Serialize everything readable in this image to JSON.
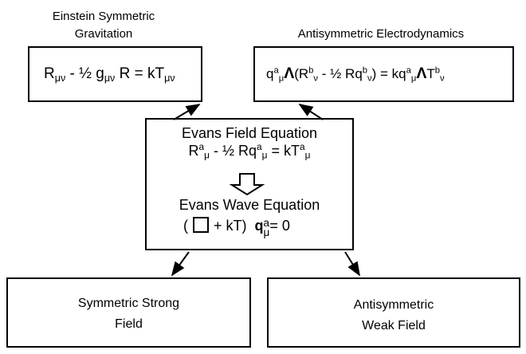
{
  "top_left": {
    "caption_line1": "Einstein Symmetric",
    "caption_line2": "Gravitation",
    "eq": {
      "r": "R",
      "r_sub": "μν",
      "mid": " - ½ g",
      "g_sub": "μν",
      "rhs": " R = kT",
      "t_sub": "μν"
    }
  },
  "top_right": {
    "caption": "Antisymmetric Electrodynamics",
    "eq": {
      "q": "q",
      "q_sup": "a",
      "q_sub": "μ",
      "wedge": "Λ",
      "open": "(R",
      "r_sup": "b",
      "r_sub": "ν",
      "mid": " - ½ Rq",
      "q2_sup": "b",
      "q2_sub": "ν",
      "close": ") = kq",
      "q3_sup": "a",
      "q3_sub": "μ",
      "wedge2": "Λ",
      "t": "T",
      "t_sup": "b",
      "t_sub": "ν"
    }
  },
  "center": {
    "field_title": "Evans Field Equation",
    "field_eq": {
      "r": "R",
      "r_sup": "a",
      "r_sub": "μ",
      "mid": " - ½ Rq",
      "q_sup": "a",
      "q_sub": "μ",
      "rhs": " = kT",
      "t_sup": "a",
      "t_sub": "μ"
    },
    "wave_title": "Evans Wave Equation",
    "wave_eq": {
      "open": "(",
      "plus": " + kT)",
      "q": "q",
      "q_sup": "a",
      "q_sub": "μ",
      "eq": "= 0"
    }
  },
  "bottom_left": {
    "line1": "Symmetric Strong",
    "line2": "Field"
  },
  "bottom_right": {
    "line1": "Antisymmetric",
    "line2": "Weak Field"
  }
}
